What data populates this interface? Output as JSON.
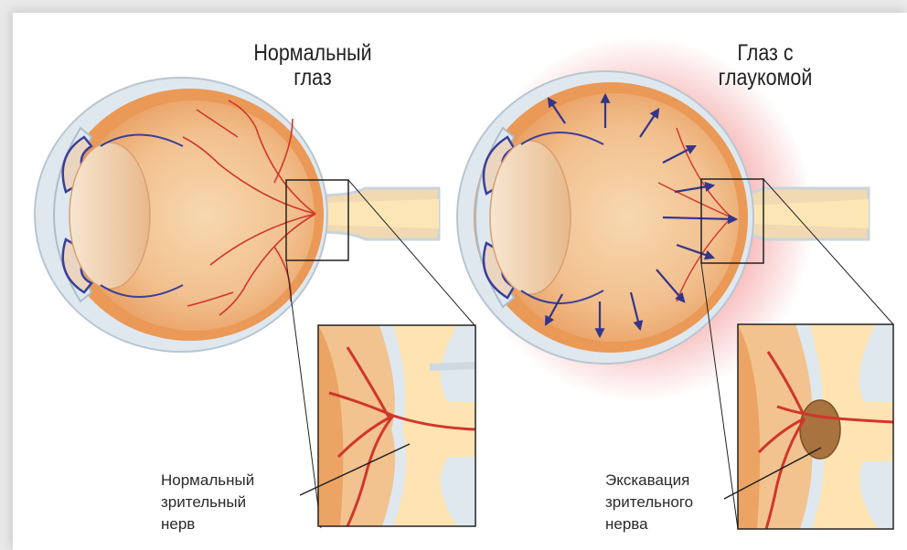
{
  "normal": {
    "title_line1": "Нормальный",
    "title_line2": "глаз",
    "caption_line1": "Нормальный",
    "caption_line2": "зрительный",
    "caption_line3": "нерв"
  },
  "glaucoma": {
    "title_line1": "Глаз с",
    "title_line2": "глаукомой",
    "caption_line1": "Экскавация",
    "caption_line2": "зрительного",
    "caption_line3": "нерва"
  },
  "colors": {
    "sclera": "#dfe8ef",
    "choroid": "#ea9956",
    "vitreous": "#f2c393",
    "vessel": "#d0362c",
    "arrow": "#33358a",
    "nerve": "#fbe2ad",
    "glow": "#f5a3a3"
  }
}
